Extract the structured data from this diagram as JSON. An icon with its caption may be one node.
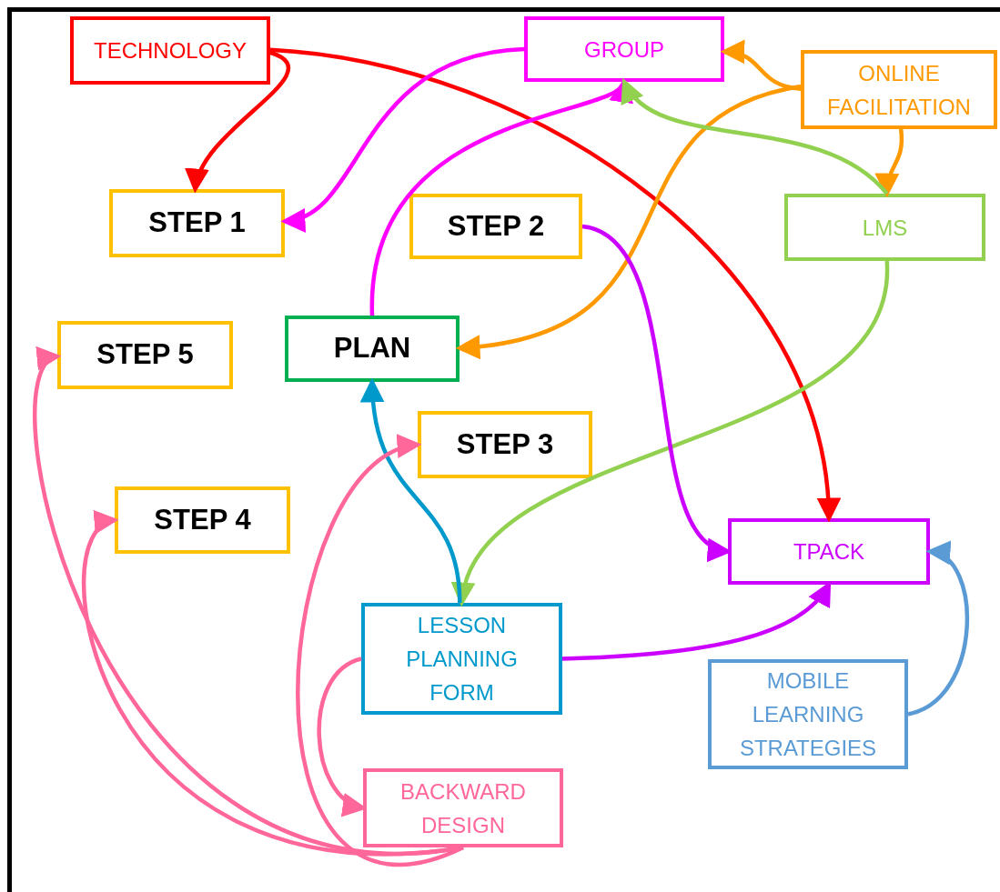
{
  "diagram": {
    "nodes": [
      {
        "text": [
          "TECHNOLOGY"
        ]
      },
      {
        "text": [
          "GROUP"
        ]
      },
      {
        "text": [
          "ONLINE FACILITATION"
        ]
      },
      {
        "text": [
          "STEP 1"
        ]
      },
      {
        "text": [
          "STEP 2"
        ]
      },
      {
        "text": [
          "LMS"
        ]
      },
      {
        "text": [
          "STEP 5"
        ]
      },
      {
        "text": [
          "PLAN"
        ]
      },
      {
        "text": [
          "STEP 3"
        ]
      },
      {
        "text": [
          "STEP 4"
        ]
      },
      {
        "text": [
          "TPACK"
        ]
      },
      {
        "text": [
          "LESSON PLANNING FORM"
        ]
      },
      {
        "text": [
          "MOBILE LEARNING STRATEGIES"
        ]
      },
      {
        "text": [
          "BACKWARD DESIGN"
        ]
      }
    ],
    "edges": [
      {
        "from": 0,
        "to": 3,
        "arrow": "to",
        "color": "#ff0000"
      },
      {
        "from": 0,
        "to": 10,
        "arrow": "to",
        "color": "#ff0000"
      },
      {
        "from": 1,
        "to": 3,
        "arrow": "to",
        "color": "#ff00ff"
      },
      {
        "from": 7,
        "to": 1,
        "arrow": "to",
        "color": "#ff00ff"
      },
      {
        "from": 2,
        "to": 1,
        "arrow": "to",
        "color": "#ff9900"
      },
      {
        "from": 2,
        "to": 5,
        "arrow": "to",
        "color": "#ff9900"
      },
      {
        "from": 2,
        "to": 7,
        "arrow": "to",
        "color": "#ff9900"
      },
      {
        "from": 5,
        "to": 1,
        "arrow": "to",
        "color": "#92d050"
      },
      {
        "from": 5,
        "to": 11,
        "arrow": "to",
        "color": "#92d050"
      },
      {
        "from": 4,
        "to": 10,
        "arrow": "to",
        "color": "#cc00ff"
      },
      {
        "from": 11,
        "to": 7,
        "arrow": "to",
        "color": "#0099cc"
      },
      {
        "from": 11,
        "to": 10,
        "arrow": "to",
        "color": "#cc00ff"
      },
      {
        "from": 12,
        "to": 10,
        "arrow": "to",
        "color": "#5b9bd5"
      },
      {
        "from": 11,
        "to": 13,
        "arrow": "to",
        "color": "#ff6699"
      },
      {
        "from": 13,
        "to": 6,
        "arrow": "to",
        "color": "#ff6699"
      },
      {
        "from": 13,
        "to": 9,
        "arrow": "to",
        "color": "#ff6699"
      },
      {
        "from": 13,
        "to": 8,
        "arrow": "to",
        "color": "#ff6699"
      }
    ]
  }
}
